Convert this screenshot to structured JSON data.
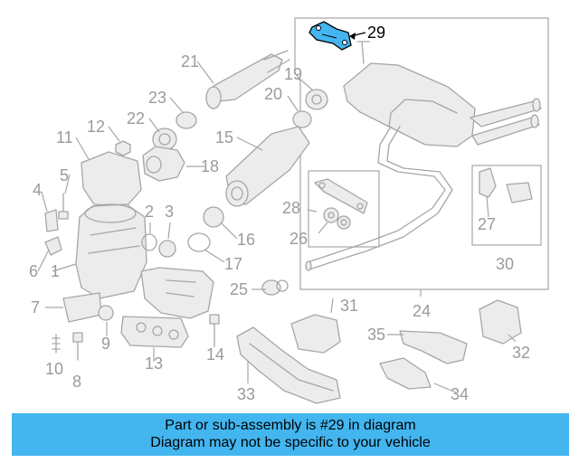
{
  "labels": {
    "p1": "1",
    "p2": "2",
    "p3": "3",
    "p4": "4",
    "p5": "5",
    "p6": "6",
    "p7": "7",
    "p8": "8",
    "p9": "9",
    "p10": "10",
    "p11": "11",
    "p12": "12",
    "p13": "13",
    "p14": "14",
    "p15": "15",
    "p16": "16",
    "p17": "17",
    "p18": "18",
    "p19": "19",
    "p20": "20",
    "p21": "21",
    "p22": "22",
    "p23": "23",
    "p24": "24",
    "p26": "26",
    "p27": "27",
    "p28": "28",
    "p29": "29",
    "p30": "30",
    "p31": "31",
    "p32": "32",
    "p33": "33",
    "p34": "34",
    "p35": "35",
    "p25": "25"
  },
  "highlight": {
    "part": "29",
    "color": "#43b6f0"
  },
  "banner": {
    "line1": "Part or sub-assembly is #29 in diagram",
    "line2": "Diagram may not be specific to your vehicle",
    "color": "#43b6f0"
  }
}
